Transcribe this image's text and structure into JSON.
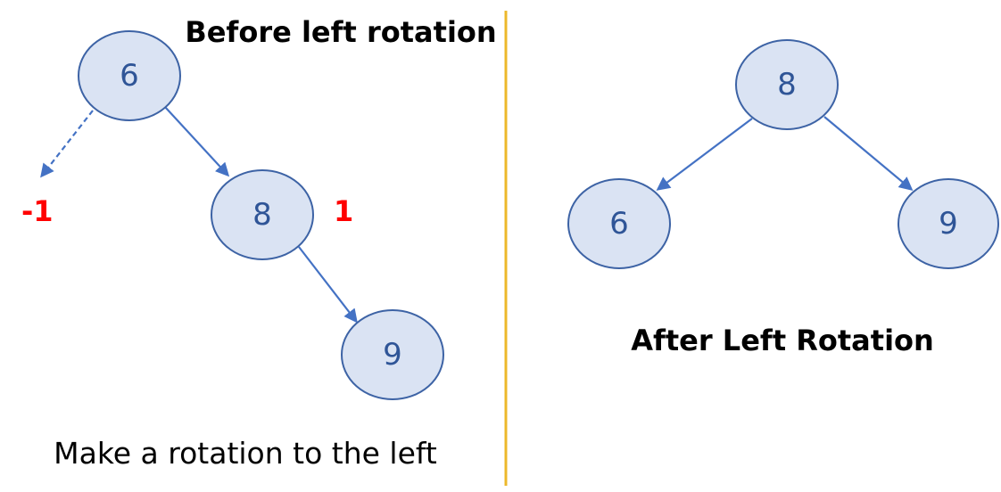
{
  "left_panel": {
    "heading": "Before left rotation",
    "caption": "Make a rotation to the left",
    "nodes": {
      "root": "6",
      "middle": "8",
      "bottom": "9"
    },
    "balance_left": "-1",
    "balance_right": "1"
  },
  "right_panel": {
    "heading": "After Left Rotation",
    "nodes": {
      "root": "8",
      "left": "6",
      "right": "9"
    }
  },
  "colors": {
    "node_fill": "#dae3f3",
    "node_stroke": "#3d63a5",
    "edge": "#4472c4",
    "balance_text": "#ff0000",
    "divider": "#ecb82b"
  }
}
